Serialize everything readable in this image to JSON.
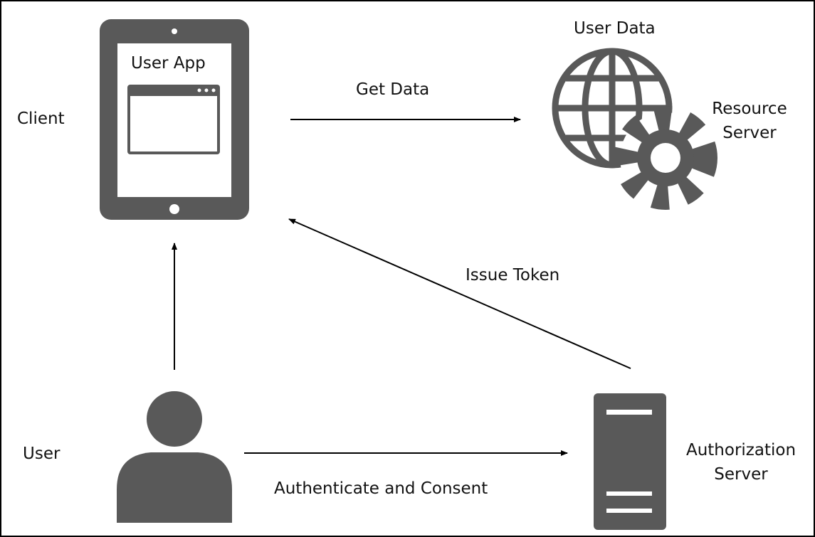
{
  "diagram": {
    "client_label": "Client",
    "user_app_label": "User App",
    "get_data_label": "Get Data",
    "user_data_label": "User Data",
    "resource_server_label": [
      "Resource",
      "Server"
    ],
    "issue_token_label": "Issue Token",
    "user_label": "User",
    "auth_consent_label": "Authenticate and Consent",
    "authorization_server_label": [
      "Authorization",
      "Server"
    ]
  },
  "icons": {
    "client_device": "tablet-icon",
    "app_window": "browser-window-icon",
    "resource_globe": "globe-icon",
    "resource_gear": "gear-icon",
    "user": "user-icon",
    "auth_server": "server-icon"
  },
  "colors": {
    "icon_fill": "#595959",
    "line": "#000000"
  }
}
